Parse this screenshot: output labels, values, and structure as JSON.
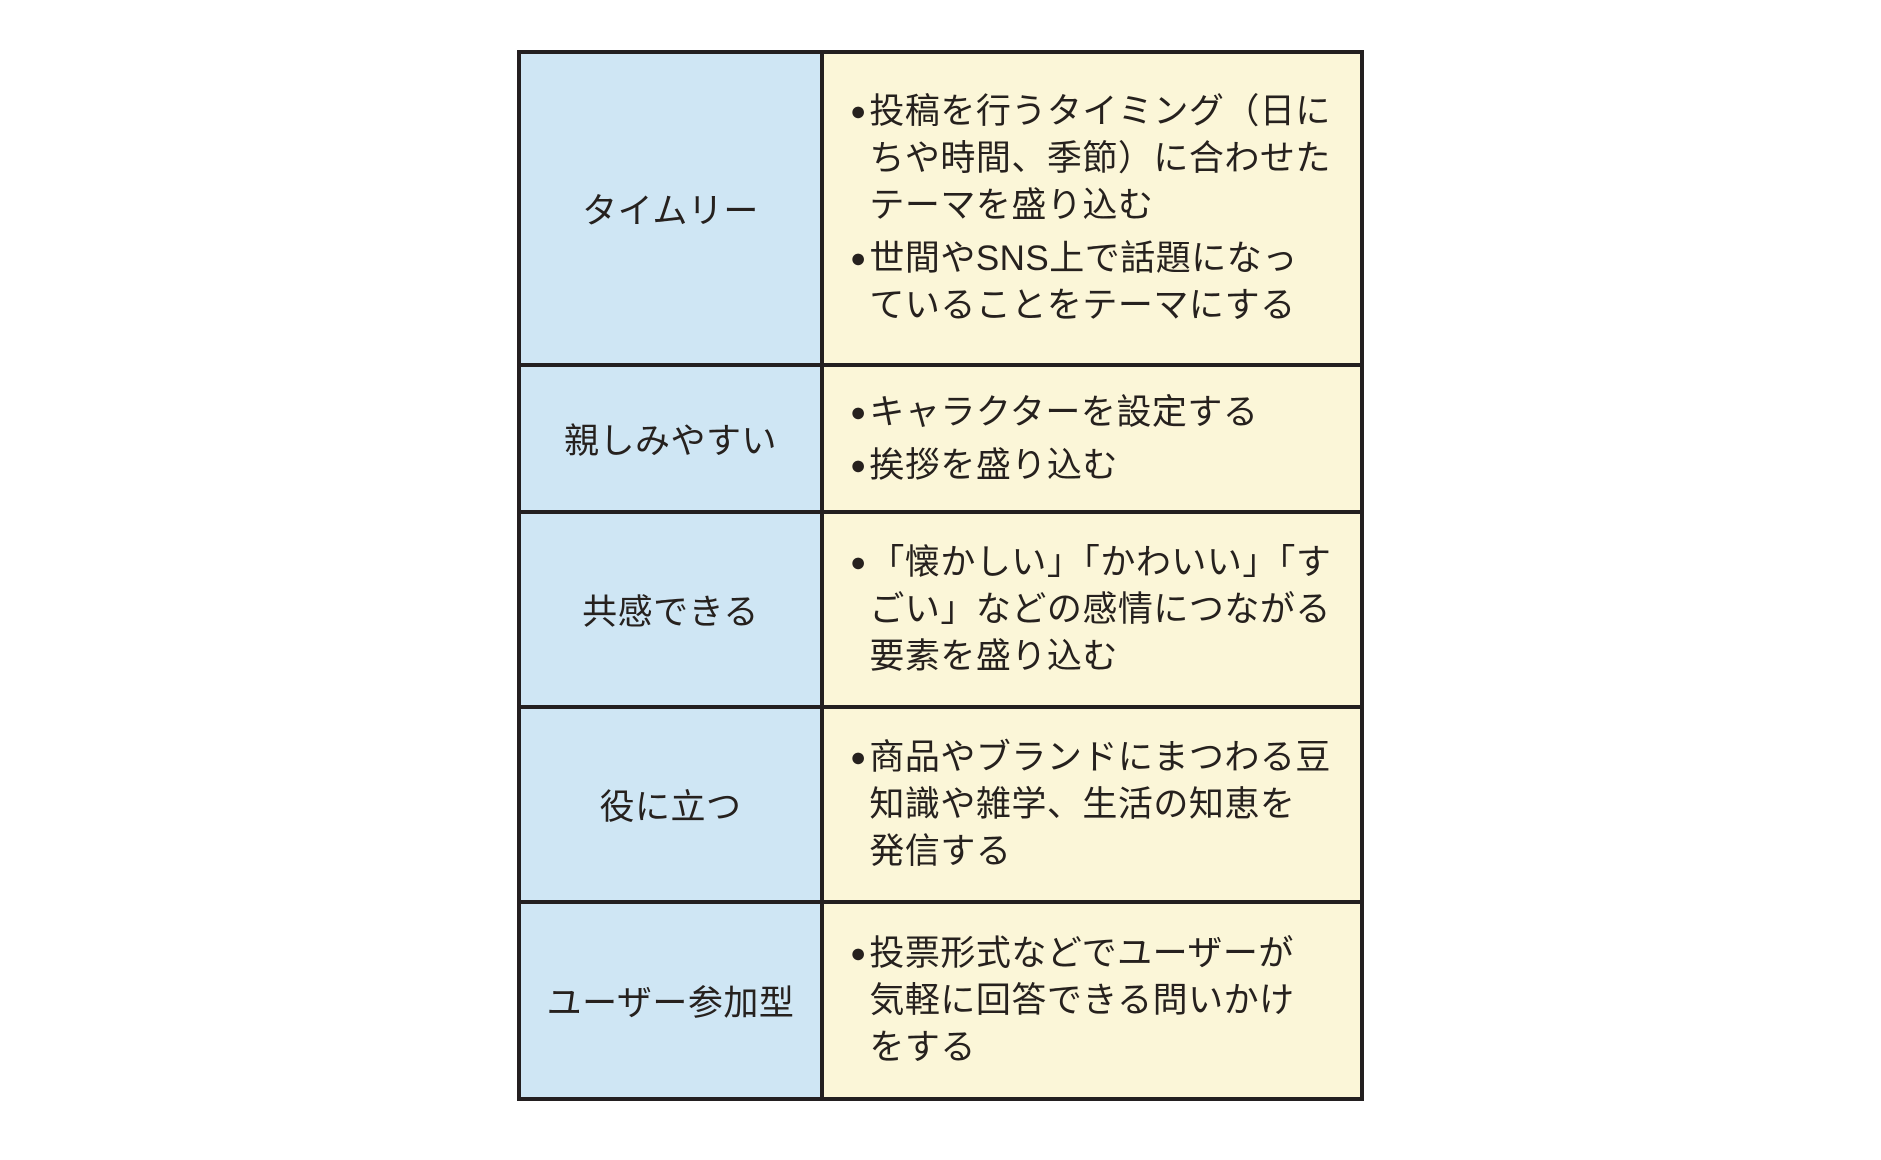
{
  "table": {
    "bullet_glyph": "●",
    "colors": {
      "label_bg": "#cfe6f4",
      "content_bg": "#fbf6d8",
      "border": "#231f20",
      "text": "#26211e"
    },
    "rows": [
      {
        "label": "タイムリー",
        "bullets": [
          "投稿を行うタイミング（日に\nちや時間、季節）に合わせた\nテーマを盛り込む",
          "世間やSNS上で話題になっ\nていることをテーマにする"
        ]
      },
      {
        "label": "親しみやすい",
        "bullets": [
          "キャラクターを設定する",
          "挨拶を盛り込む"
        ]
      },
      {
        "label": "共感できる",
        "bullets": [
          "「懐かしい」「かわいい」「す\nごい」などの感情につながる\n要素を盛り込む"
        ]
      },
      {
        "label": "役に立つ",
        "bullets": [
          "商品やブランドにまつわる豆\n知識や雑学、生活の知恵を\n発信する"
        ]
      },
      {
        "label": "ユーザー参加型",
        "bullets": [
          "投票形式などでユーザーが\n気軽に回答できる問いかけ\nをする"
        ]
      }
    ]
  }
}
